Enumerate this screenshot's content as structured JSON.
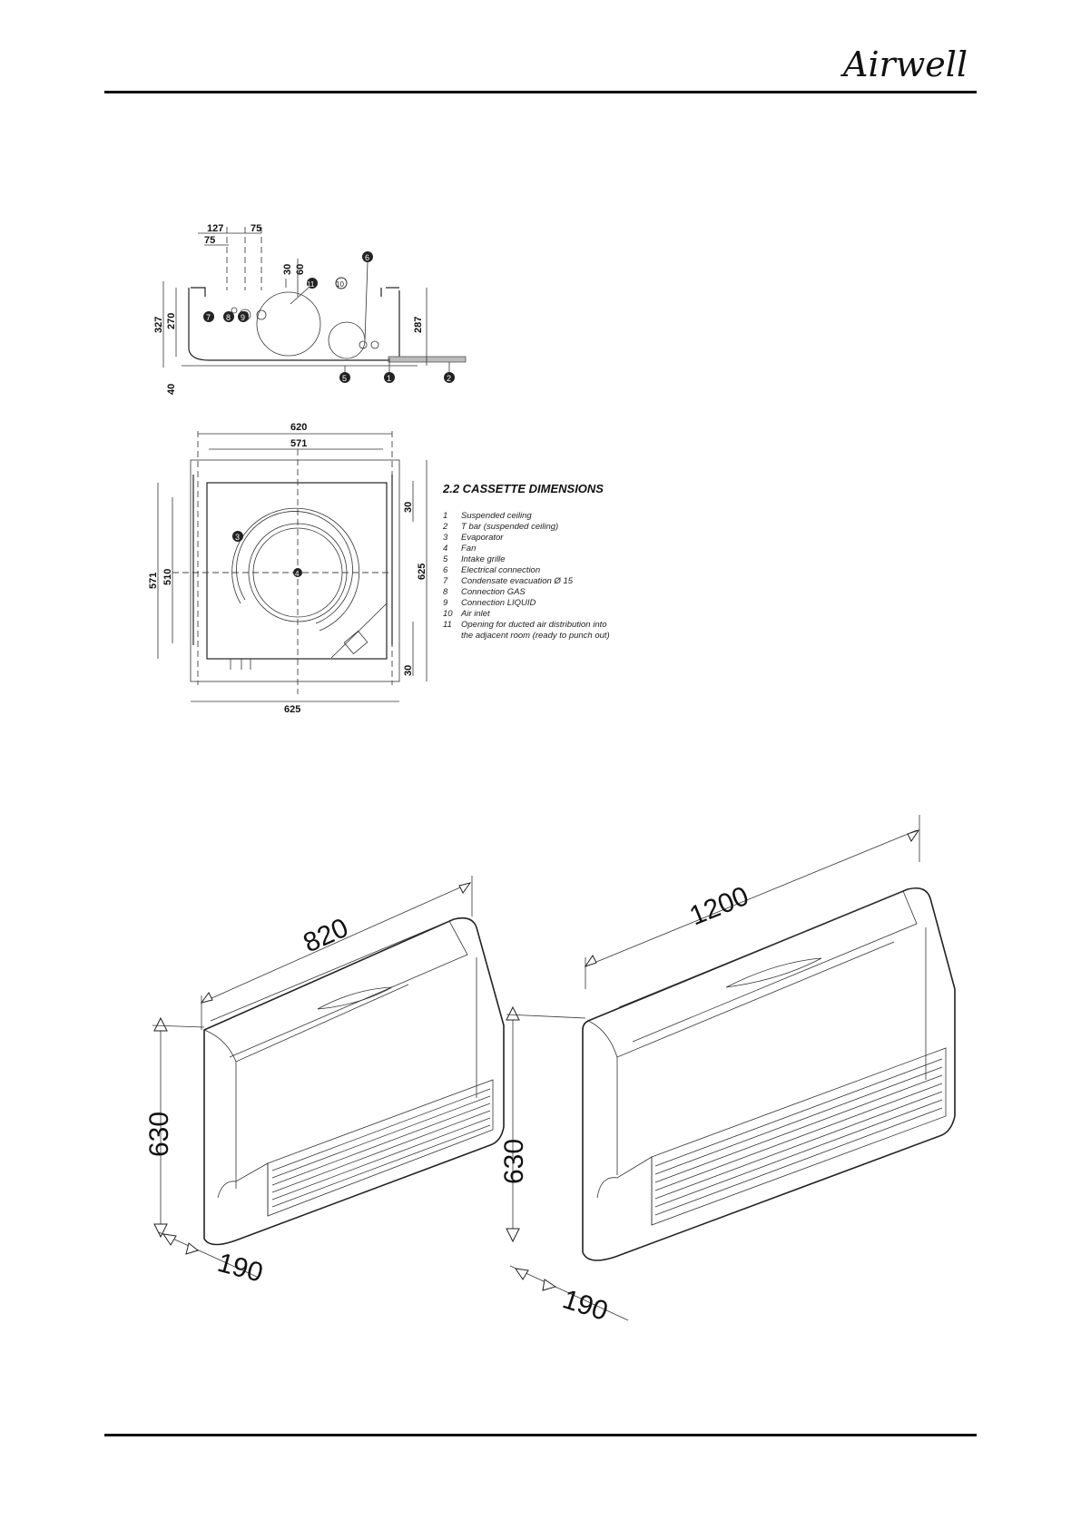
{
  "header": {
    "logo_text": "Airwell"
  },
  "cassette_top_view": {
    "dims": {
      "d127": "127",
      "d75a": "75",
      "d75b": "75",
      "d30": "30",
      "d60": "60",
      "d327": "327",
      "d270": "270",
      "d287": "287",
      "d40": "40"
    },
    "callouts": [
      "6",
      "11",
      "10",
      "7",
      "8",
      "9",
      "5",
      "1",
      "2"
    ]
  },
  "cassette_plan_view": {
    "dims": {
      "d620": "620",
      "d571_top": "571",
      "d571_left": "571",
      "d510": "510",
      "d30_upper": "30",
      "d625_right": "625",
      "d30_lower": "30",
      "d625_bottom": "625"
    },
    "callouts": [
      "3",
      "4"
    ]
  },
  "legend": {
    "title": "2.2 CASSETTE DIMENSIONS",
    "items": [
      {
        "num": "1",
        "text": "Suspended ceiling"
      },
      {
        "num": "2",
        "text": "T bar (suspended ceiling)"
      },
      {
        "num": "3",
        "text": "Evaporator"
      },
      {
        "num": "4",
        "text": "Fan"
      },
      {
        "num": "5",
        "text": "Intake grille"
      },
      {
        "num": "6",
        "text": "Electrical connection"
      },
      {
        "num": "7",
        "text": "Condensate evacuation Ø 15"
      },
      {
        "num": "8",
        "text": "Connection GAS"
      },
      {
        "num": "9",
        "text": "Connection LIQUID"
      },
      {
        "num": "10",
        "text": "Air inlet"
      },
      {
        "num": "11",
        "text": "Opening for ducted air distribution into"
      },
      {
        "num": "",
        "text": "the adjacent room (ready to punch out)"
      }
    ]
  },
  "console_small": {
    "width": "820",
    "height": "630",
    "depth": "190"
  },
  "console_large": {
    "width": "1200",
    "height": "630",
    "depth": "190"
  }
}
